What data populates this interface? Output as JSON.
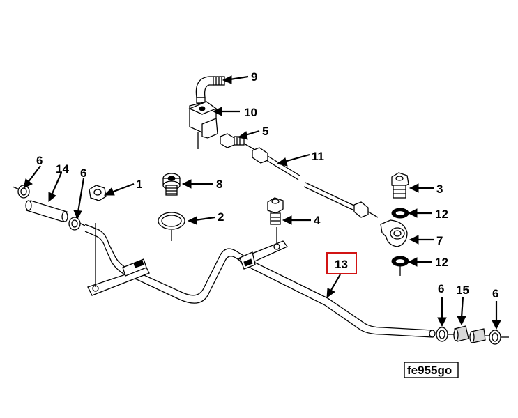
{
  "diagram": {
    "callouts": [
      {
        "id": "c9",
        "label": "9"
      },
      {
        "id": "c10",
        "label": "10"
      },
      {
        "id": "c5",
        "label": "5"
      },
      {
        "id": "c11",
        "label": "11"
      },
      {
        "id": "c6a",
        "label": "6"
      },
      {
        "id": "c14",
        "label": "14"
      },
      {
        "id": "c6b",
        "label": "6"
      },
      {
        "id": "c1",
        "label": "1"
      },
      {
        "id": "c8",
        "label": "8"
      },
      {
        "id": "c2",
        "label": "2"
      },
      {
        "id": "c4",
        "label": "4"
      },
      {
        "id": "c3",
        "label": "3"
      },
      {
        "id": "c12a",
        "label": "12"
      },
      {
        "id": "c7",
        "label": "7"
      },
      {
        "id": "c12b",
        "label": "12"
      },
      {
        "id": "c13",
        "label": "13"
      },
      {
        "id": "c6c",
        "label": "6"
      },
      {
        "id": "c15",
        "label": "15"
      },
      {
        "id": "c6d",
        "label": "6"
      }
    ],
    "highlighted_callout": "13",
    "highlight_color": "#d21414",
    "figure_code": "fe955go"
  }
}
